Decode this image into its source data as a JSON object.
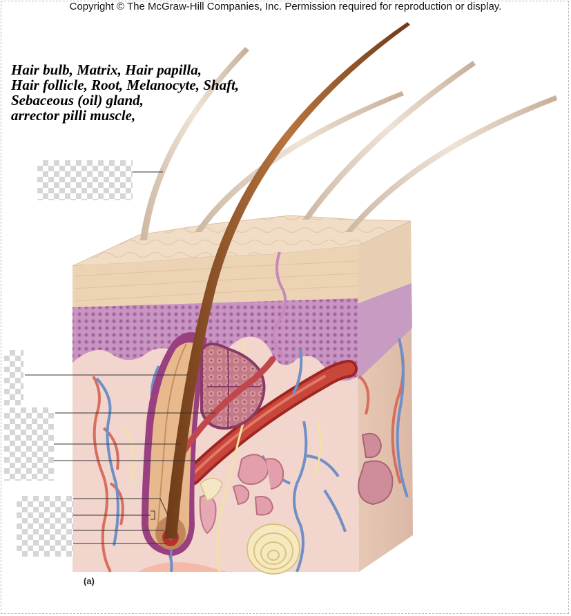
{
  "header": {
    "copyright": "Copyright © The McGraw-Hill Companies, Inc. Permission required for reproduction or display."
  },
  "terms": {
    "line1": "Hair bulb, Matrix, Hair papilla,",
    "line2": "Hair follicle, Root, Melanocyte, Shaft,",
    "line3": "Sebaceous (oil) gland,",
    "line4": "arrector pilli muscle,"
  },
  "figure": {
    "label": "(a)"
  },
  "colors": {
    "epidermis": "#ecd3b4",
    "dermis_top": "#cfa6c8",
    "dermis": "#f1d3cc",
    "hair": "#9b5a2f",
    "artery": "#b8312a",
    "vein": "#6f8fc6",
    "follicle": "#9a3f80"
  }
}
